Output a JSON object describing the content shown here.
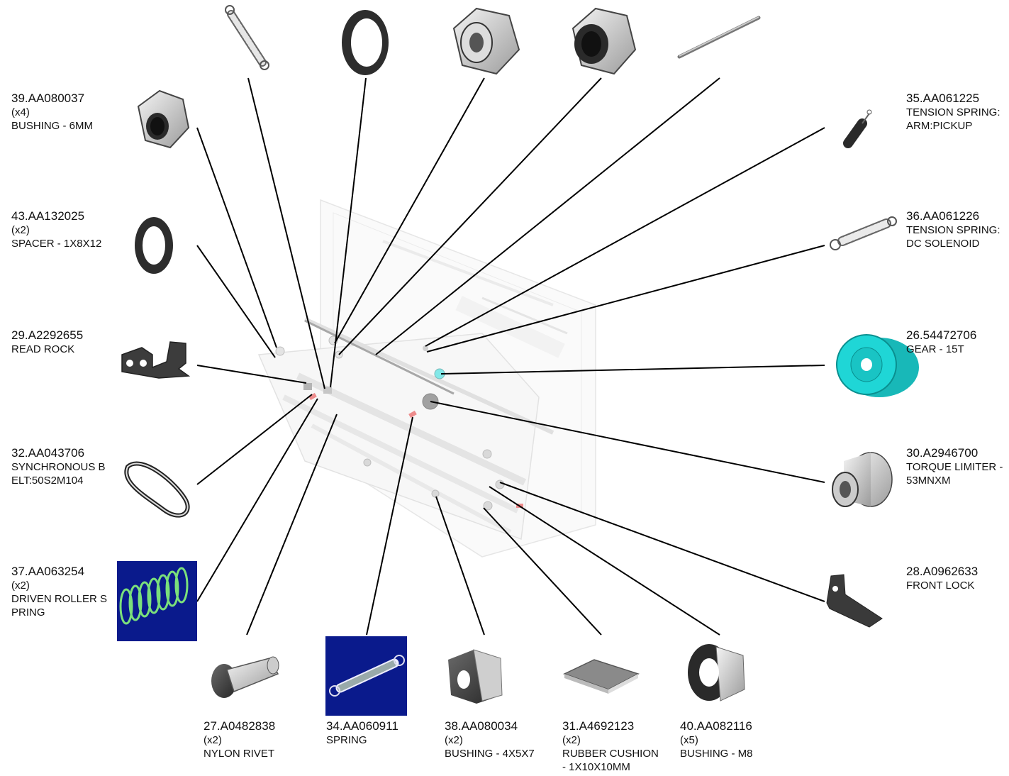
{
  "parts": {
    "p39": {
      "number": "39.AA080037",
      "qty": "(x4)",
      "desc": [
        "BUSHING - 6MM"
      ],
      "icon": "hex-bushing-icon"
    },
    "p43": {
      "number": "43.AA132025",
      "qty": "(x2)",
      "desc": [
        "SPACER - 1X8X12"
      ],
      "icon": "spacer-ring-icon"
    },
    "p29": {
      "number": "29.A2292655",
      "qty": "",
      "desc": [
        "READ ROCK"
      ],
      "icon": "bracket-icon"
    },
    "p32": {
      "number": "32.AA043706",
      "qty": "",
      "desc": [
        "SYNCHRONOUS B",
        "ELT:50S2M104"
      ],
      "icon": "belt-icon"
    },
    "p37": {
      "number": "37.AA063254",
      "qty": "(x2)",
      "desc": [
        "DRIVEN ROLLER S",
        "PRING"
      ],
      "icon": "coil-spring-icon"
    },
    "p27": {
      "number": "27.A0482838",
      "qty": "(x2)",
      "desc": [
        "NYLON RIVET"
      ],
      "icon": "rivet-icon"
    },
    "p34": {
      "number": "34.AA060911",
      "qty": "",
      "desc": [
        "SPRING"
      ],
      "icon": "extension-spring-icon"
    },
    "p38": {
      "number": "38.AA080034",
      "qty": "(x2)",
      "desc": [
        "BUSHING - 4X5X7"
      ],
      "icon": "bushing-icon"
    },
    "p31": {
      "number": "31.A4692123",
      "qty": "(x2)",
      "desc": [
        "RUBBER CUSHION",
        " - 1X10X10MM"
      ],
      "icon": "cushion-pad-icon"
    },
    "p40": {
      "number": "40.AA082116",
      "qty": "(x5)",
      "desc": [
        "BUSHING - M8"
      ],
      "icon": "flanged-bushing-icon"
    },
    "p35": {
      "number": "35.AA061225",
      "qty": "",
      "desc": [
        "TENSION SPRING:",
        "ARM:PICKUP"
      ],
      "icon": "tension-spring-icon"
    },
    "p36": {
      "number": "36.AA061226",
      "qty": "",
      "desc": [
        "TENSION SPRING:",
        "DC SOLENOID"
      ],
      "icon": "tension-spring-icon"
    },
    "p26": {
      "number": "26.54472706",
      "qty": "",
      "desc": [
        "GEAR - 15T"
      ],
      "icon": "gear-icon"
    },
    "p30": {
      "number": "30.A2946700",
      "qty": "",
      "desc": [
        "TORQUE LIMITER -",
        " 53MNXM"
      ],
      "icon": "torque-limiter-icon"
    },
    "p28": {
      "number": "28.A0962633",
      "qty": "",
      "desc": [
        "FRONT LOCK"
      ],
      "icon": "lock-bracket-icon"
    }
  },
  "colors": {
    "gear": "#1fd6d6",
    "spring_panel_bg": "#0a1a8c",
    "spring_coil": "#7be07b",
    "part_shade": "#9a9a9a",
    "leader": "#000000"
  }
}
